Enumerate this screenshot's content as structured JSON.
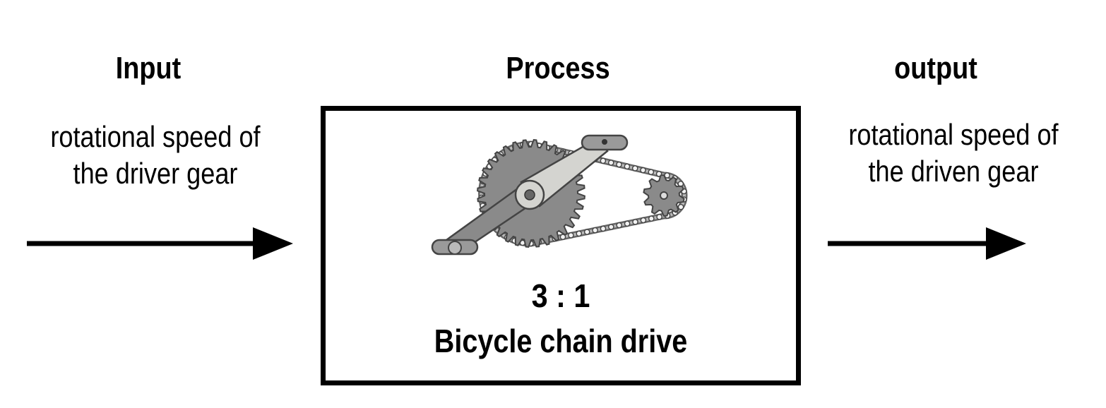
{
  "input": {
    "heading": "Input",
    "line1": "rotational speed of",
    "line2": "the driver gear"
  },
  "process": {
    "heading": "Process",
    "ratio": "3 : 1",
    "caption": "Bicycle chain drive"
  },
  "output": {
    "heading": "output",
    "line1": "rotational speed of",
    "line2": "the driven gear"
  },
  "colors": {
    "line": "#000000",
    "gear": "#8a8a8a",
    "gear_dark": "#555555",
    "crank": "#d4d4d0",
    "pedal": "#9a9a9a"
  },
  "icons": [
    "right-arrow-icon",
    "bicycle-chain-drive-icon"
  ]
}
